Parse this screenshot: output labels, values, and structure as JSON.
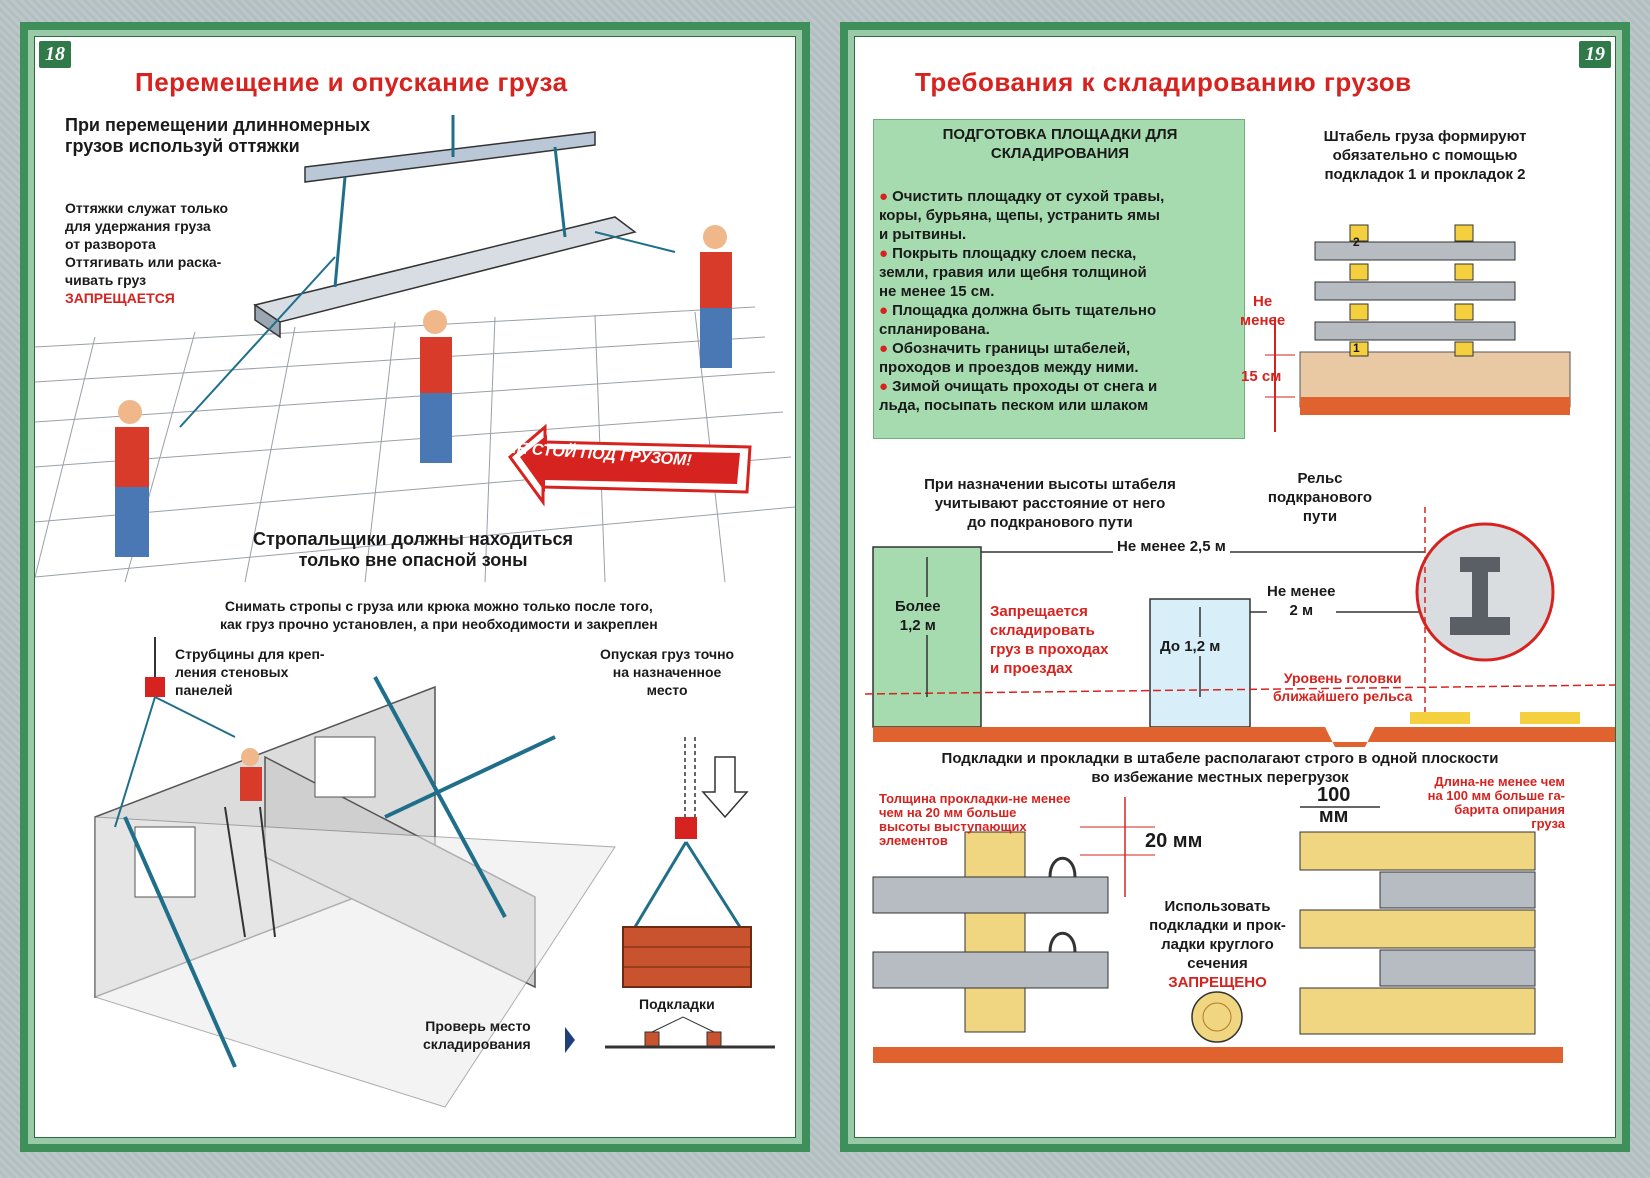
{
  "left": {
    "page_number": "18",
    "title": "Перемещение и опускание груза",
    "intro": [
      "При перемещении длинномерных",
      "грузов используй оттяжки"
    ],
    "guys_note": [
      "Оттяжки служат только",
      "для удержания груза",
      "от разворота",
      "Оттягивать или раска-",
      "чивать груз"
    ],
    "forbidden": "ЗАПРЕЩАЕТСЯ",
    "sign": "НЕ СТОЙ ПОД ГРУЗОМ!",
    "slingers": [
      "Стропальщики должны находиться",
      "только вне опасной зоны"
    ],
    "remove_slings": [
      "Снимать стропы с груза или крюка можно только после того,",
      "как груз прочно установлен, а при необходимости и закреплен"
    ],
    "clamps": [
      "Струбцины для креп-",
      "ления стеновых",
      "панелей"
    ],
    "lower": [
      "Опуская груз точно",
      "на назначенное",
      "место"
    ],
    "pads_label": "Подкладки",
    "check": [
      "Проверь место",
      "складирования"
    ]
  },
  "right": {
    "page_number": "19",
    "title": "Требования к складированию грузов",
    "prep_title": [
      "ПОДГОТОВКА ПЛОЩАДКИ ДЛЯ",
      "СКЛАДИРОВАНИЯ"
    ],
    "prep_items": [
      [
        "Очистить площадку от сухой травы,",
        "коры, бурьяна, щепы, устранить ямы",
        "и рытвины."
      ],
      [
        "Покрыть площадку слоем песка,",
        "земли, гравия или щебня толщиной",
        "не менее 15 см."
      ],
      [
        "Площадка должна быть тщательно",
        "спланирована."
      ],
      [
        "Обозначить границы штабелей,",
        "проходов и проездов между ними."
      ],
      [
        "Зимой очищать проходы от снега и",
        "льда, посыпать песком или шлаком"
      ]
    ],
    "stack_note": [
      "Штабель груза формируют",
      "обязательно с помощью",
      "подкладок 1 и прокладок 2"
    ],
    "not_less": [
      "Не",
      "менее"
    ],
    "depth": "15 см",
    "height_note": [
      "При назначении высоты штабеля",
      "учитывают расстояние от него",
      "до подкранового пути"
    ],
    "rail": [
      "Рельс",
      "подкранового",
      "пути"
    ],
    "dist_25": "Не менее 2,5 м",
    "more_12": [
      "Более",
      "1,2 м"
    ],
    "forbid_store": [
      "Запрещается",
      "складировать",
      "груз в проходах",
      "и проездах"
    ],
    "up_to_12": "До 1,2 м",
    "dist_2": [
      "Не менее",
      "2 м"
    ],
    "rail_level": [
      "Уровень головки",
      "ближайшего рельса"
    ],
    "plane_note": [
      "Подкладки и прокладки в штабеле располагают строго в одной плоскости",
      "во избежание местных перегрузок"
    ],
    "thickness": [
      "Толщина прокладки-не менее",
      "чем на 20 мм больше",
      "высоты выступающих",
      "элементов"
    ],
    "mm20": "20 мм",
    "length": [
      "Длина-не менее чем",
      "на 100 мм больше га-",
      "барита опирания",
      "груза"
    ],
    "mm100": [
      "100",
      "мм"
    ],
    "round": [
      "Использовать",
      "подкладки и прок-",
      "ладки круглого",
      "сечения"
    ],
    "round_forbidden": "ЗАПРЕЩЕНО",
    "pad1": "1",
    "pad2": "2"
  }
}
